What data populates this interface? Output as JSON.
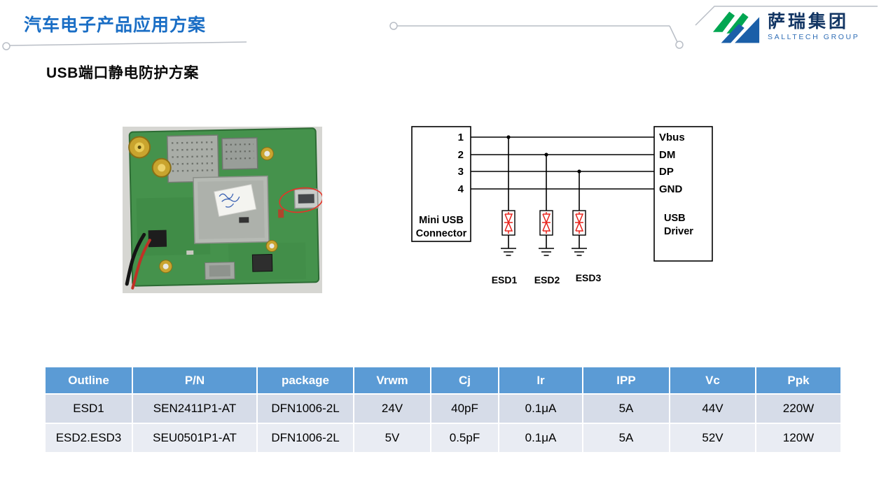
{
  "header": {
    "title": "汽车电子产品应用方案",
    "logo": {
      "cn": "萨瑞集团",
      "en": "SALLTECH GROUP"
    }
  },
  "section": {
    "heading": "USB端口静电防护方案"
  },
  "diagram": {
    "left_box_line1": "Mini USB",
    "left_box_line2": "Connector",
    "right_box_line1": "USB",
    "right_box_line2": "Driver",
    "pins": [
      "1",
      "2",
      "3",
      "4"
    ],
    "signals": [
      "Vbus",
      "DM",
      "DP",
      "GND"
    ],
    "esd_labels": [
      "ESD1",
      "ESD2",
      "ESD3"
    ]
  },
  "table": {
    "headers": [
      "Outline",
      "P/N",
      "package",
      "Vrwm",
      "Cj",
      "Ir",
      "IPP",
      "Vc",
      "Ppk"
    ],
    "rows": [
      [
        "ESD1",
        "SEN2411P1-AT",
        "DFN1006-2L",
        "24V",
        "40pF",
        "0.1μA",
        "5A",
        "44V",
        "220W"
      ],
      [
        "ESD2.ESD3",
        "SEU0501P1-AT",
        "DFN1006-2L",
        "5V",
        "0.5pF",
        "0.1μA",
        "5A",
        "52V",
        "120W"
      ]
    ]
  },
  "colors": {
    "title_blue": "#1a6ec5",
    "table_header_blue": "#5b9bd5",
    "table_row_odd": "#d6dce8",
    "table_row_even": "#e9ecf3",
    "logo_green": "#00a651",
    "logo_blue": "#1b5fa8",
    "diode_red": "#e8231c",
    "annotation_red": "#e53328"
  }
}
